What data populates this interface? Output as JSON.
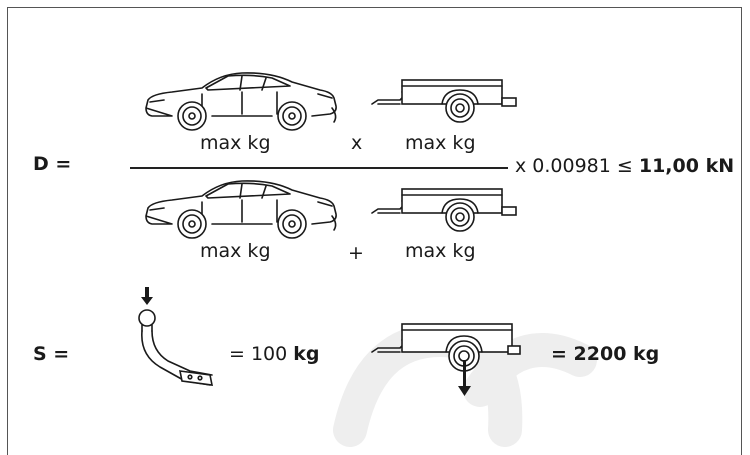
{
  "formula_d": {
    "label": "D =",
    "numerator": {
      "car_label": "max kg",
      "operator": "x",
      "trailer_label": "max kg"
    },
    "denominator": {
      "car_label": "max kg",
      "operator": "+",
      "trailer_label": "max kg"
    },
    "factor": "x 0.00981 ≤ ",
    "result": "11,00 kN"
  },
  "formula_s": {
    "label": "S =",
    "tow_value": "= 100 ",
    "tow_unit": "kg",
    "trailer_value": "= 2200 kg"
  },
  "icons": {
    "car": "car-coupe-icon",
    "trailer": "trailer-icon",
    "towbar": "towbar-icon",
    "arrow": "down-arrow-icon"
  },
  "colors": {
    "ink": "#1a1a1a",
    "frame": "#555555",
    "watermark": "#eeeeee"
  }
}
